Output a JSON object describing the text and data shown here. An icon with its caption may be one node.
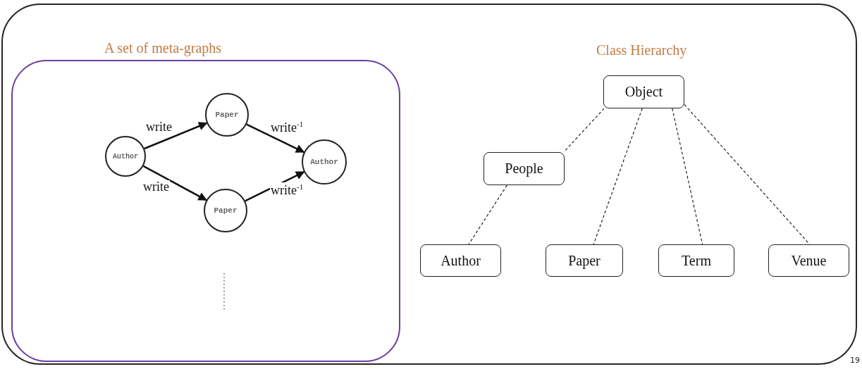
{
  "diagram": {
    "nodes": [
      {
        "text": [
          "A set of meta-graphs"
        ]
      },
      {
        "text": [
          "Author"
        ],
        "in": 0
      },
      {
        "text": [
          "Paper"
        ],
        "in": 0
      },
      {
        "text": [
          "Paper"
        ],
        "in": 0
      },
      {
        "text": [
          "Author"
        ],
        "in": 0
      },
      {
        "text": [
          "Object"
        ]
      },
      {
        "text": [
          "People"
        ]
      },
      {
        "text": [
          "Author"
        ]
      },
      {
        "text": [
          "Paper"
        ]
      },
      {
        "text": [
          "Term"
        ]
      },
      {
        "text": [
          "Venue"
        ]
      }
    ],
    "edges": [
      {
        "from": 1,
        "to": 2,
        "arrow": "to",
        "label": "write"
      },
      {
        "from": 1,
        "to": 3,
        "arrow": "to",
        "label": "write"
      },
      {
        "from": 2,
        "to": 4,
        "arrow": "to",
        "label": "write$^{-1}$"
      },
      {
        "from": 3,
        "to": 4,
        "arrow": "to",
        "label": "write$^{-1}$"
      },
      {
        "from": 5,
        "to": 6,
        "arrow": "none",
        "style": "dashed"
      },
      {
        "from": 6,
        "to": 7,
        "arrow": "none",
        "style": "dashed"
      },
      {
        "from": 5,
        "to": 8,
        "arrow": "none",
        "style": "dashed"
      },
      {
        "from": 5,
        "to": 9,
        "arrow": "none",
        "style": "dashed"
      },
      {
        "from": 5,
        "to": 10,
        "arrow": "none",
        "style": "dashed"
      }
    ],
    "labels": [
      "Class Hierarchy",
      "19"
    ]
  }
}
